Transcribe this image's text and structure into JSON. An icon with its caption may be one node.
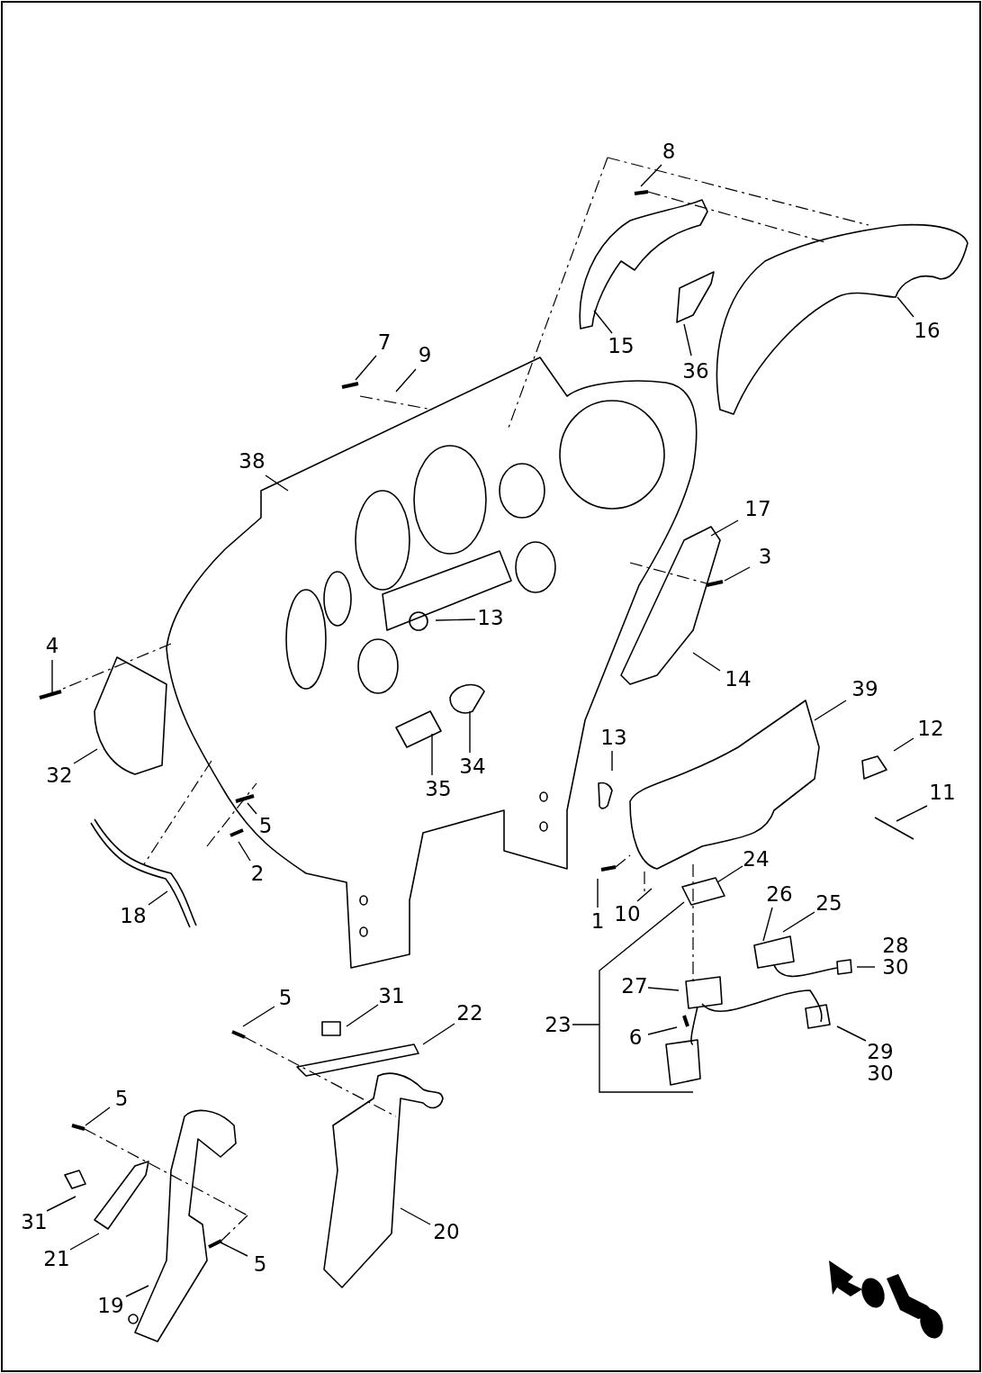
{
  "diagram": {
    "nodes": [
      {
        "text": [
          "8"
        ]
      },
      {
        "text": [
          "15"
        ]
      },
      {
        "text": [
          "36"
        ]
      },
      {
        "text": [
          "16"
        ]
      },
      {
        "text": [
          "7"
        ]
      },
      {
        "text": [
          "9"
        ]
      },
      {
        "text": [
          "38"
        ]
      },
      {
        "text": [
          "17"
        ]
      },
      {
        "text": [
          "3"
        ]
      },
      {
        "text": [
          "13"
        ]
      },
      {
        "text": [
          "4"
        ]
      },
      {
        "text": [
          "14"
        ]
      },
      {
        "text": [
          "39"
        ]
      },
      {
        "text": [
          "12"
        ]
      },
      {
        "text": [
          "13"
        ]
      },
      {
        "text": [
          "34"
        ]
      },
      {
        "text": [
          "35"
        ]
      },
      {
        "text": [
          "11"
        ]
      },
      {
        "text": [
          "32"
        ]
      },
      {
        "text": [
          "5"
        ]
      },
      {
        "text": [
          "2"
        ]
      },
      {
        "text": [
          "24"
        ]
      },
      {
        "text": [
          "1"
        ]
      },
      {
        "text": [
          "10"
        ]
      },
      {
        "text": [
          "18"
        ]
      },
      {
        "text": [
          "26"
        ]
      },
      {
        "text": [
          "25"
        ]
      },
      {
        "text": [
          "28",
          "30"
        ]
      },
      {
        "text": [
          "27"
        ]
      },
      {
        "text": [
          "23"
        ]
      },
      {
        "text": [
          "6"
        ]
      },
      {
        "text": [
          "29",
          "30"
        ]
      },
      {
        "text": [
          "5"
        ]
      },
      {
        "text": [
          "31"
        ]
      },
      {
        "text": [
          "22"
        ]
      },
      {
        "text": [
          "5"
        ]
      },
      {
        "text": [
          "31"
        ]
      },
      {
        "text": [
          "21"
        ]
      },
      {
        "text": [
          "20"
        ]
      },
      {
        "text": [
          "5"
        ]
      },
      {
        "text": [
          "19"
        ]
      }
    ],
    "edges": [
      {
        "from": 0,
        "to": null,
        "arrow": "none"
      },
      {
        "from": 1,
        "to": null,
        "arrow": "none"
      },
      {
        "from": 2,
        "to": null,
        "arrow": "none"
      },
      {
        "from": 3,
        "to": null,
        "arrow": "none"
      },
      {
        "from": 4,
        "to": null,
        "arrow": "none"
      },
      {
        "from": 5,
        "to": null,
        "arrow": "none"
      },
      {
        "from": 6,
        "to": null,
        "arrow": "none"
      },
      {
        "from": 7,
        "to": null,
        "arrow": "none"
      },
      {
        "from": 8,
        "to": null,
        "arrow": "none"
      },
      {
        "from": 9,
        "to": null,
        "arrow": "none"
      },
      {
        "from": 10,
        "to": null,
        "arrow": "none"
      },
      {
        "from": 11,
        "to": null,
        "arrow": "none"
      },
      {
        "from": 12,
        "to": null,
        "arrow": "none"
      },
      {
        "from": 13,
        "to": null,
        "arrow": "none"
      },
      {
        "from": 14,
        "to": null,
        "arrow": "none"
      },
      {
        "from": 15,
        "to": null,
        "arrow": "none"
      },
      {
        "from": 16,
        "to": null,
        "arrow": "none"
      },
      {
        "from": 17,
        "to": null,
        "arrow": "none"
      },
      {
        "from": 18,
        "to": null,
        "arrow": "none"
      },
      {
        "from": 19,
        "to": null,
        "arrow": "none"
      },
      {
        "from": 20,
        "to": null,
        "arrow": "none"
      },
      {
        "from": 21,
        "to": null,
        "arrow": "none"
      },
      {
        "from": 22,
        "to": null,
        "arrow": "none"
      },
      {
        "from": 23,
        "to": null,
        "arrow": "none"
      },
      {
        "from": 24,
        "to": null,
        "arrow": "none"
      },
      {
        "from": 25,
        "to": null,
        "arrow": "none"
      },
      {
        "from": 26,
        "to": null,
        "arrow": "none"
      },
      {
        "from": 27,
        "to": null,
        "arrow": "none"
      },
      {
        "from": 28,
        "to": null,
        "arrow": "none"
      },
      {
        "from": 29,
        "to": null,
        "arrow": "none"
      },
      {
        "from": 30,
        "to": null,
        "arrow": "none"
      },
      {
        "from": 31,
        "to": null,
        "arrow": "none"
      },
      {
        "from": 32,
        "to": null,
        "arrow": "none"
      },
      {
        "from": 33,
        "to": null,
        "arrow": "none"
      },
      {
        "from": 34,
        "to": null,
        "arrow": "none"
      },
      {
        "from": 35,
        "to": null,
        "arrow": "none"
      },
      {
        "from": 36,
        "to": null,
        "arrow": "none"
      },
      {
        "from": 37,
        "to": null,
        "arrow": "none"
      },
      {
        "from": 38,
        "to": null,
        "arrow": "none"
      },
      {
        "from": 39,
        "to": null,
        "arrow": "none"
      },
      {
        "from": 40,
        "to": null,
        "arrow": "none"
      }
    ]
  }
}
